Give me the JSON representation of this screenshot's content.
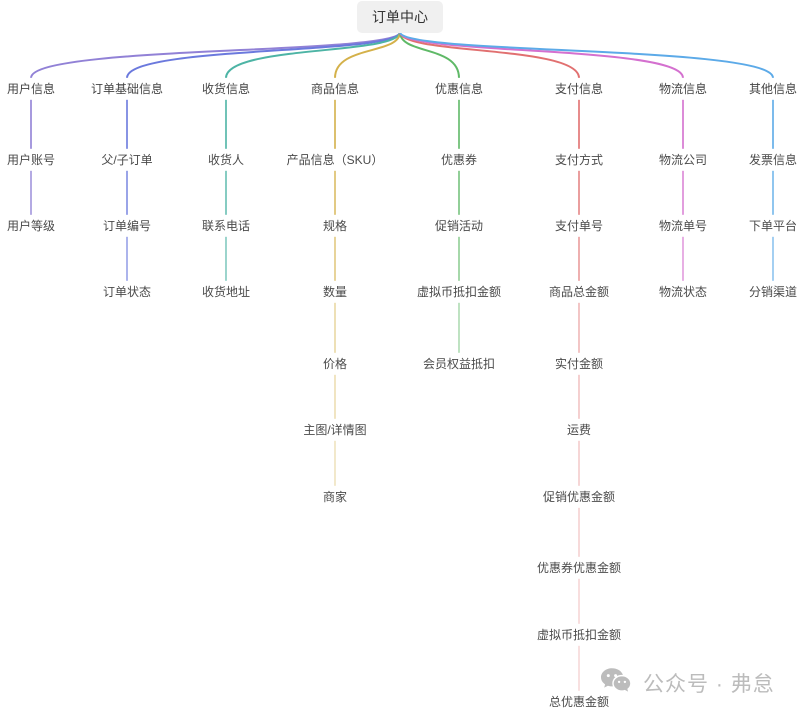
{
  "root": {
    "label": "订单中心",
    "bg_color": "#f0f0f0"
  },
  "branches": [
    {
      "label": "用户信息",
      "color": "#9181d6",
      "children": [
        "用户账号",
        "用户等级"
      ]
    },
    {
      "label": "订单基础信息",
      "color": "#6b79dd",
      "children": [
        "父/子订单",
        "订单编号",
        "订单状态"
      ]
    },
    {
      "label": "收货信息",
      "color": "#4db4a5",
      "children": [
        "收货人",
        "联系电话",
        "收货地址"
      ]
    },
    {
      "label": "商品信息",
      "color": "#d4b14a",
      "children": [
        "产品信息（SKU）",
        "规格",
        "数量",
        "价格",
        "主图/详情图",
        "商家"
      ]
    },
    {
      "label": "优惠信息",
      "color": "#5fb967",
      "children": [
        "优惠券",
        "促销活动",
        "虚拟币抵扣金额",
        "会员权益抵扣"
      ]
    },
    {
      "label": "支付信息",
      "color": "#e17070",
      "children": [
        "支付方式",
        "支付单号",
        "商品总金额",
        "实付金额",
        "运费",
        "促销优惠金额",
        "优惠券优惠金额",
        "虚拟币抵扣金额",
        "总优惠金额"
      ]
    },
    {
      "label": "物流信息",
      "color": "#d470cf",
      "children": [
        "物流公司",
        "物流单号",
        "物流状态"
      ]
    },
    {
      "label": "其他信息",
      "color": "#5caae8",
      "children": [
        "发票信息",
        "下单平台",
        "分销渠道"
      ]
    }
  ],
  "watermark": {
    "text": "公众号 · 弗怠",
    "icon": "wechat-icon",
    "color": "#bcbcbc"
  }
}
